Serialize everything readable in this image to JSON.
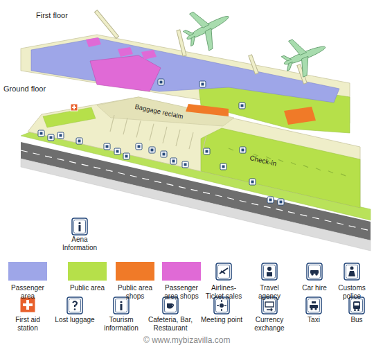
{
  "diagram": {
    "labels": [
      "First floor",
      "Ground floor",
      "Baggage reclaim",
      "Check-in",
      "© www.mybizavilla.com"
    ],
    "legend": [
      {
        "text": "Aena Information"
      },
      {
        "text": "Passenger area",
        "color": "#9ea6e8"
      },
      {
        "text": "Public area",
        "color": "#b6e04a"
      },
      {
        "text": "Public area shops",
        "color": "#f07a28"
      },
      {
        "text": "Passenger area shops",
        "color": "#e06ad6"
      },
      {
        "text": "Airlines- Ticket sales"
      },
      {
        "text": "Travel agency"
      },
      {
        "text": "Car hire"
      },
      {
        "text": "Customs police"
      },
      {
        "text": "First aid station"
      },
      {
        "text": "Lost luggage"
      },
      {
        "text": "Tourism information"
      },
      {
        "text": "Cafeteria, Bar, Restaurant"
      },
      {
        "text": "Meeting point"
      },
      {
        "text": "Currency exchange"
      },
      {
        "text": "Taxi"
      },
      {
        "text": "Bus"
      }
    ]
  }
}
